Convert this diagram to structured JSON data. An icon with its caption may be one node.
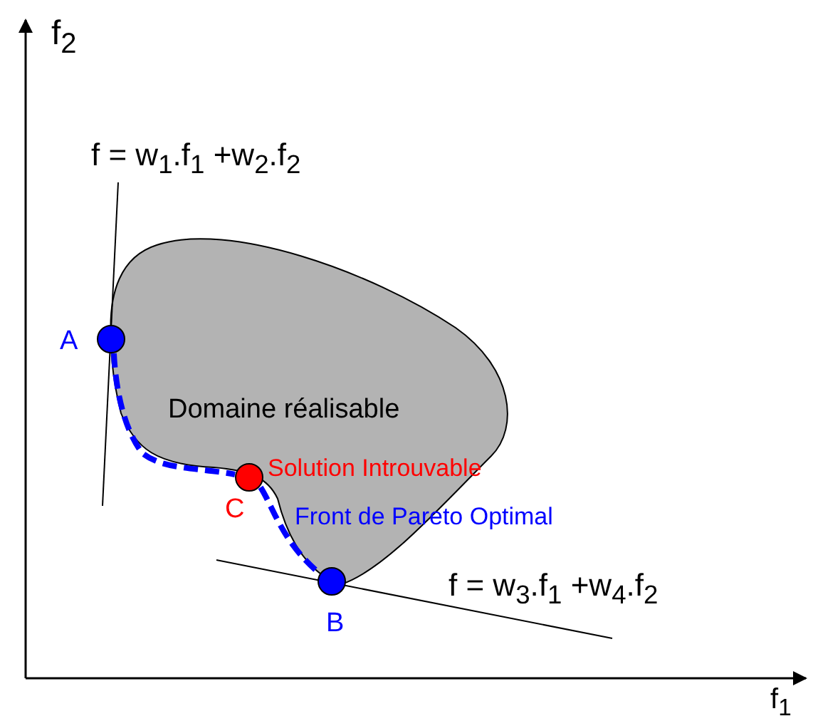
{
  "diagram": {
    "nodes": [
      {
        "text": [
          "Domaine réalisable"
        ]
      },
      {
        "text": [],
        "shape": "circle",
        "beside": [
          "A"
        ]
      },
      {
        "text": [],
        "shape": "circle",
        "beside": [
          "C",
          "Solution Introuvable"
        ]
      },
      {
        "text": [],
        "shape": "circle",
        "beside": [
          "B"
        ]
      }
    ],
    "edges": [
      {
        "from": 1,
        "to": 2,
        "arrow": "none",
        "style": "dashed"
      },
      {
        "from": 2,
        "to": 3,
        "arrow": "none",
        "style": "dashed"
      }
    ],
    "labels": [
      "f$_{2}$",
      "f = w$_{1}$.f$_{1}$ +w$_{2}$.f$_{2}$",
      "Front de Pareto Optimal",
      "f = w$_{3}$.f$_{1}$ +w$_{4}$.f$_{2}$",
      "f$_{1}$"
    ]
  }
}
